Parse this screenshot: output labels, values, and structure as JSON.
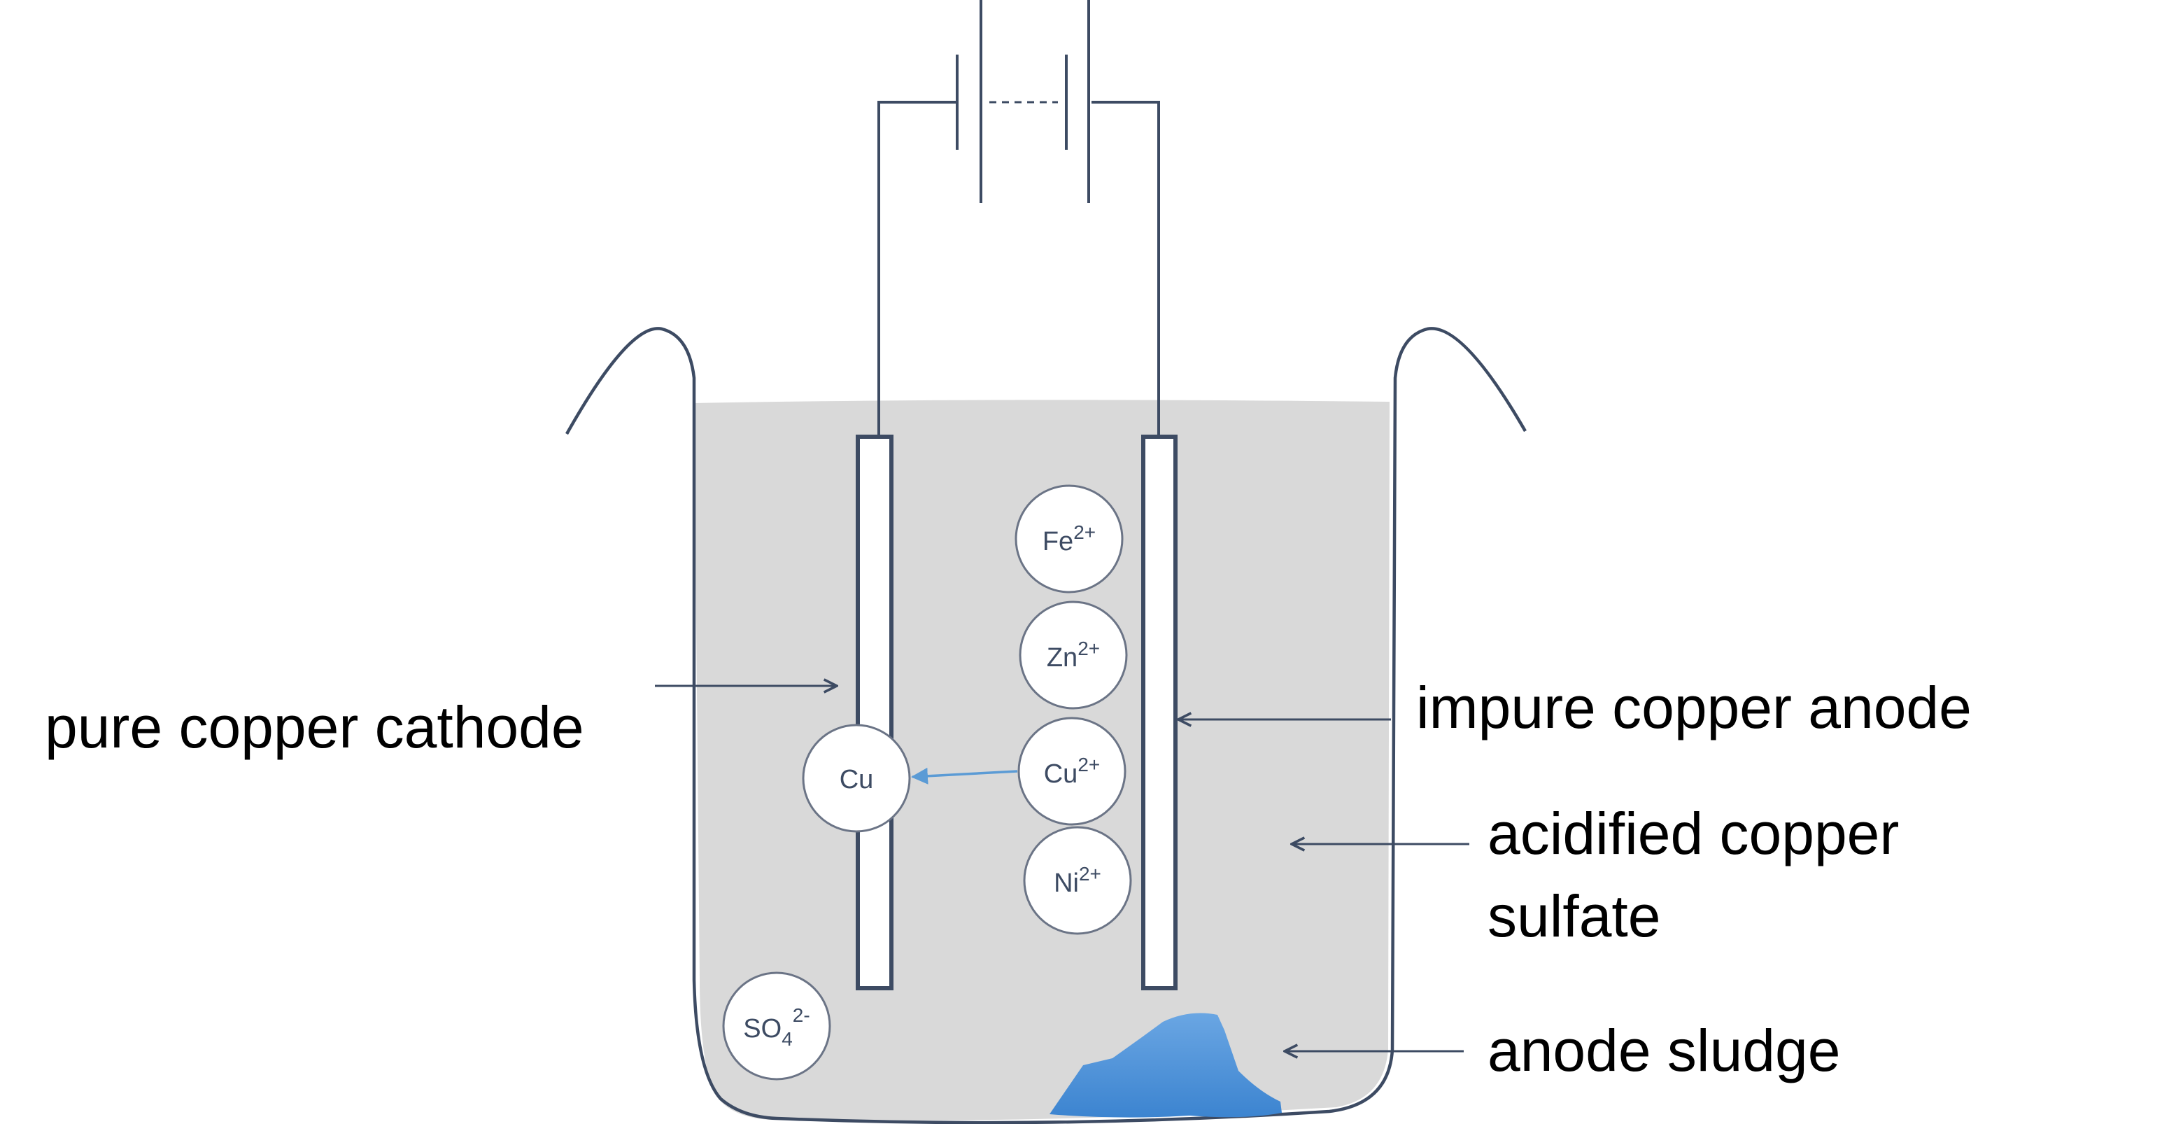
{
  "labels": {
    "cathode": "pure copper cathode",
    "anode": "impure copper anode",
    "electrolyte_line1": "acidified copper",
    "electrolyte_line2": "sulfate",
    "sludge": "anode sludge"
  },
  "ions": {
    "fe": {
      "base": "Fe",
      "sup": "2+"
    },
    "zn": {
      "base": "Zn",
      "sup": "2+"
    },
    "cu_ion": {
      "base": "Cu",
      "sup": "2+"
    },
    "ni": {
      "base": "Ni",
      "sup": "2+"
    },
    "cu_atom": {
      "base": "Cu"
    },
    "sulfate": {
      "base": "SO",
      "sub": "4",
      "sup": "2-"
    }
  },
  "colors": {
    "line": "#3d4b63",
    "liquid": "#d9d9d9",
    "sludge": "#4a8fd6",
    "arrow_blue": "#5b9bd5"
  }
}
